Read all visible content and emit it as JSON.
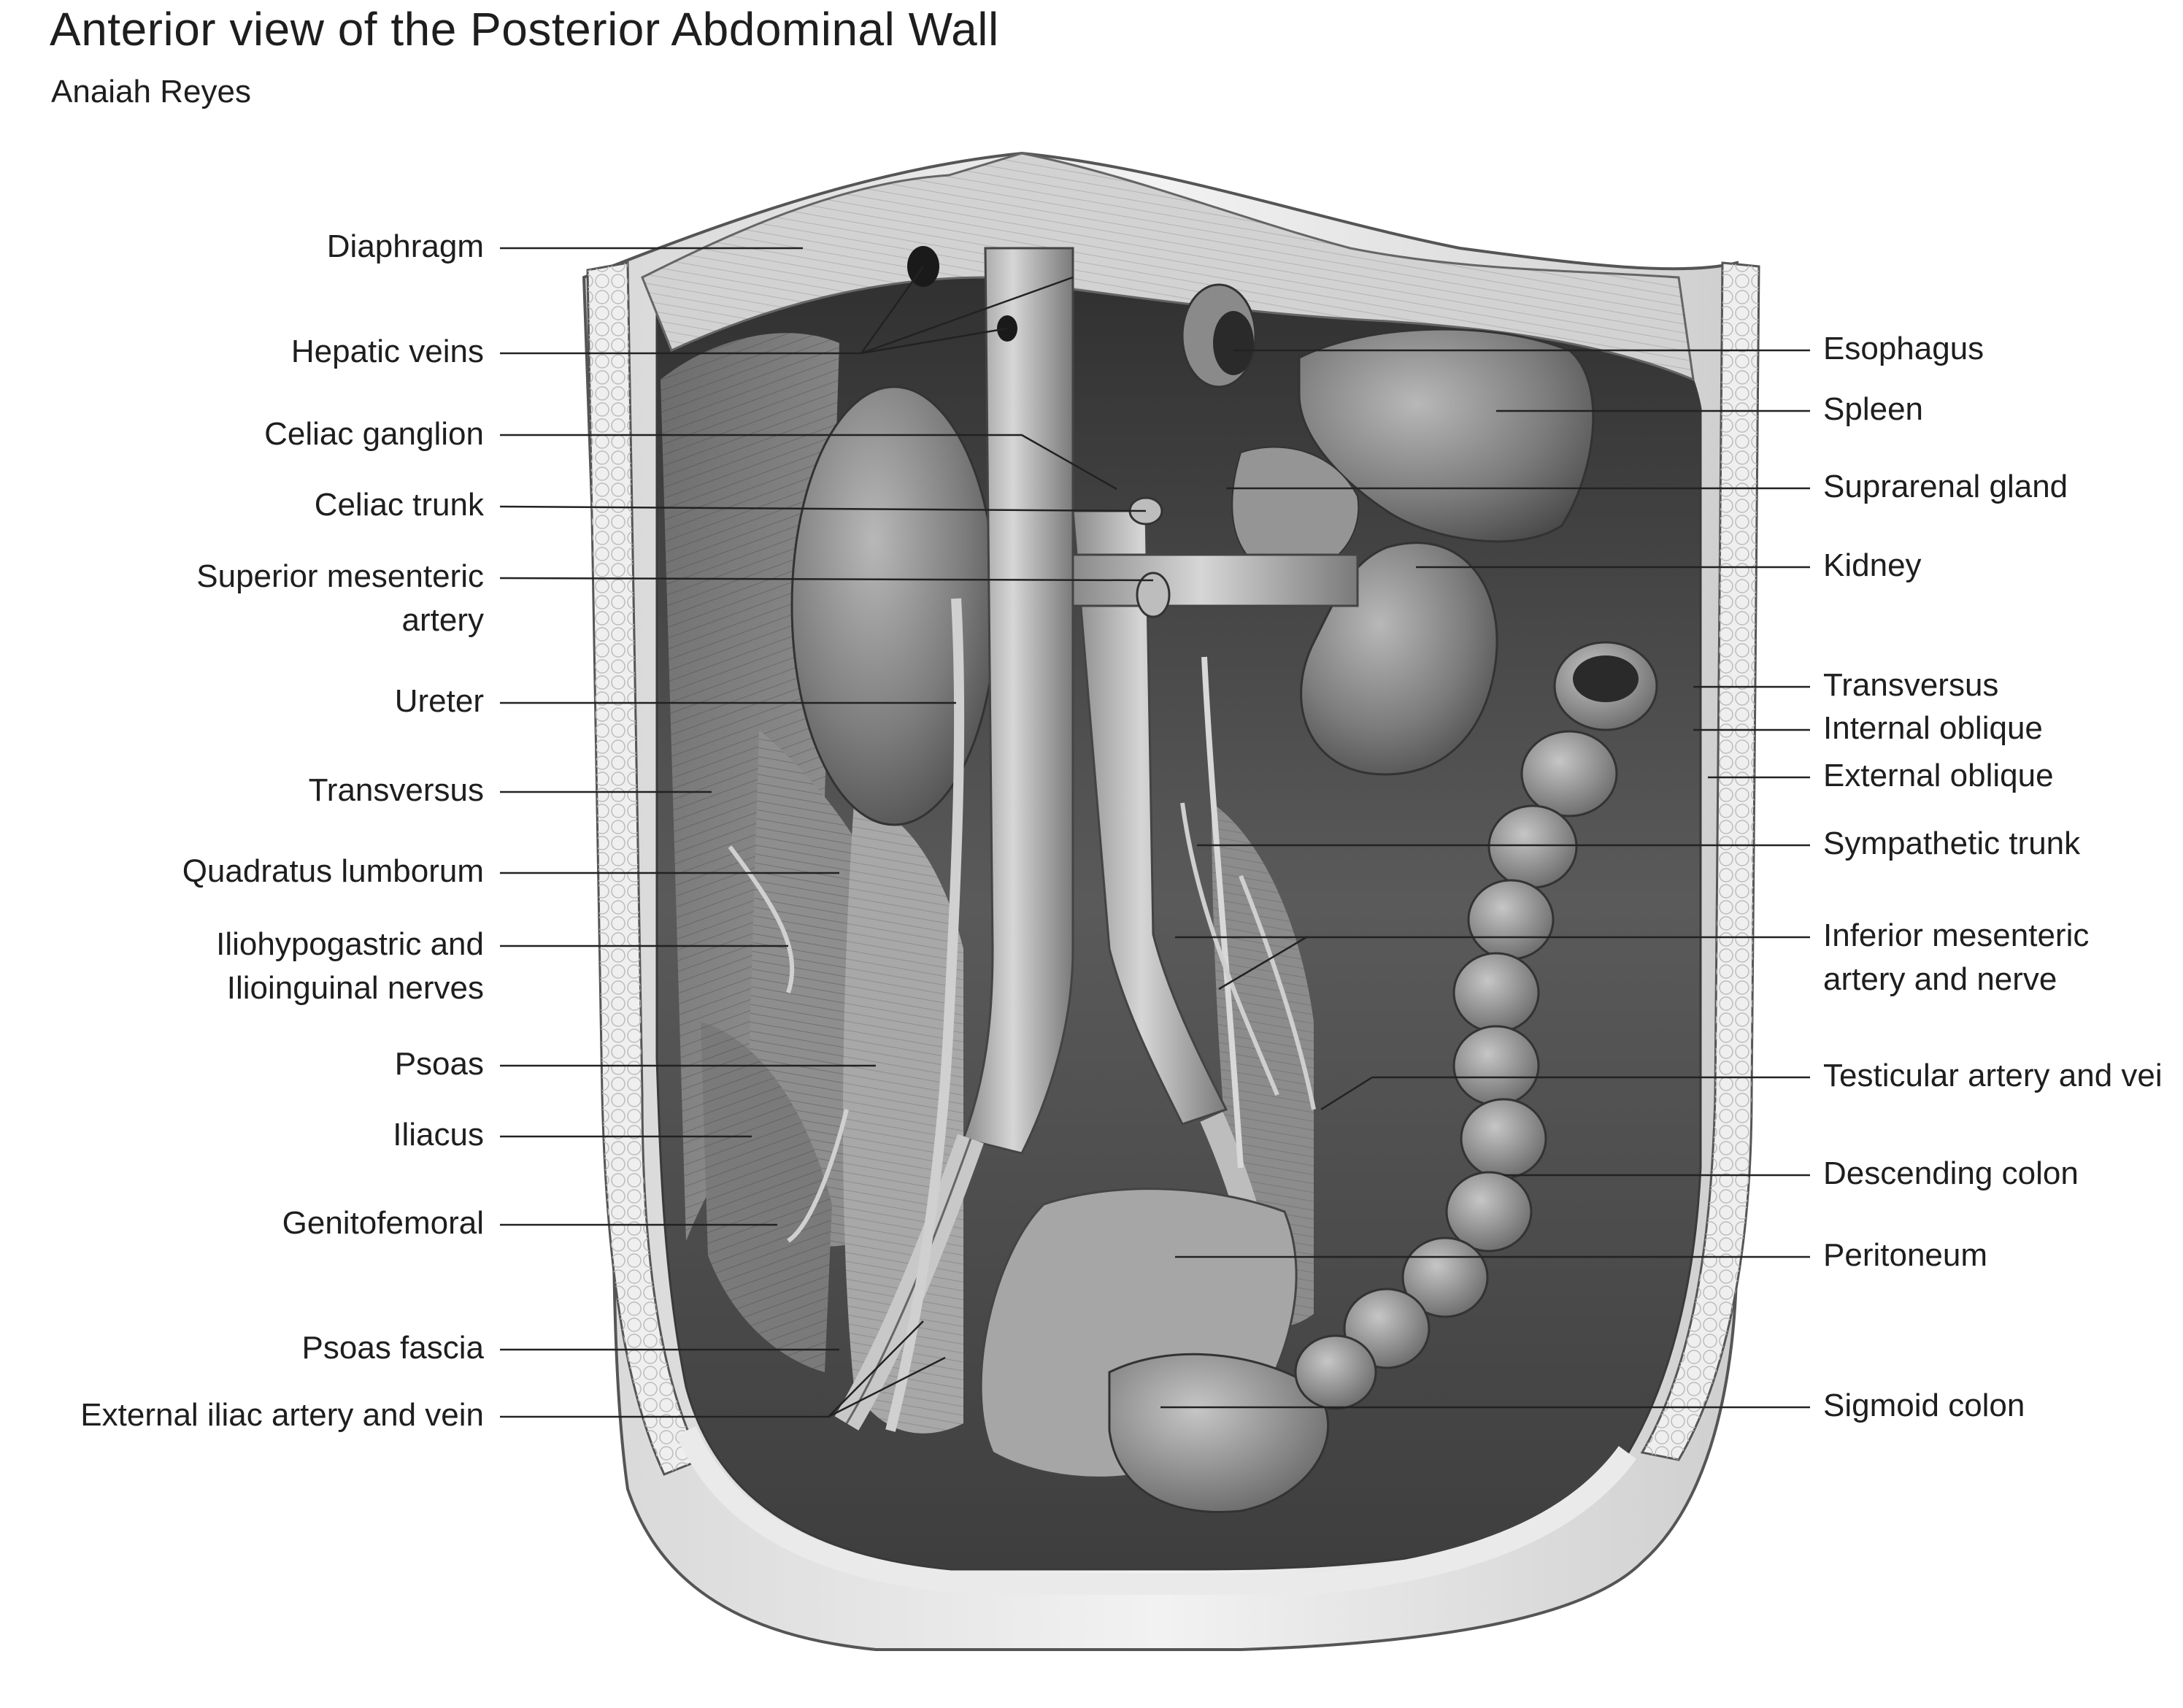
{
  "title": "Anterior view of the Posterior Abdominal Wall",
  "subtitle": "Anaiah Reyes",
  "labels_left": [
    "Diaphragm",
    "Hepatic veins",
    "Celiac ganglion",
    "Celiac trunk",
    "Superior mesenteric artery",
    "Ureter",
    "Transversus",
    "Quadratus lumborum",
    "Iliohypogastric and Ilioinguinal nerves",
    "Psoas",
    "Iliacus",
    "Genitofemoral",
    "Psoas fascia",
    "External iliac artery and vein"
  ],
  "labels_left_lines": {
    "superior_mesenteric_1": "Superior mesenteric",
    "superior_mesenteric_2": "artery",
    "iliohypogastric_1": "Iliohypogastric and",
    "iliohypogastric_2": "Ilioinguinal nerves"
  },
  "labels_right": [
    "Esophagus",
    "Spleen",
    "Suprarenal gland",
    "Kidney",
    "Transversus",
    "Internal oblique",
    "External oblique",
    "Sympathetic trunk",
    "Inferior mesenteric artery and nerve",
    "Testicular artery and vei",
    "Descending colon",
    "Peritoneum",
    "Sigmoid colon"
  ],
  "labels_right_lines": {
    "inferior_mesenteric_1": "Inferior mesenteric",
    "inferior_mesenteric_2": "artery and nerve"
  }
}
